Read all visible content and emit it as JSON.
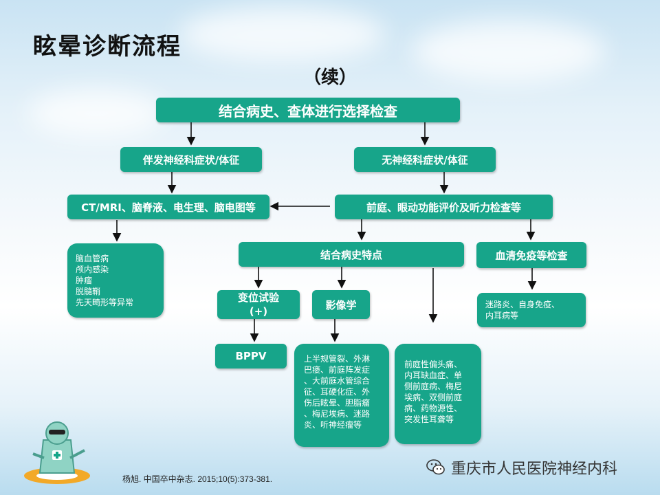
{
  "title": "眩晕诊断流程",
  "subtitle": "（续）",
  "nodes": {
    "top": "结合病史、查体进行选择检查",
    "with_neuro": "伴发神经科症状/体征",
    "without_neuro": "无神经科症状/体征",
    "ct_mri": "CT/MRI、脑脊液、电生理、脑电图等",
    "vestibular_eval": "前庭、眼动功能评价及听力检查等",
    "history_features": "结合病史特点",
    "serum_immune": "血清免疫等检查",
    "positional_test_line1": "变位试验",
    "positional_test_line2": "(+)",
    "imaging": "影像学",
    "bppv": "BPPV"
  },
  "notes": {
    "neuro_causes": [
      "脑血管病",
      "颅内感染",
      "肿瘤",
      "脱髓鞘",
      "先天畸形等异常"
    ],
    "immune_causes": [
      "迷路炎、自身免疫、",
      "内耳病等"
    ],
    "imaging_causes": [
      "上半规管裂、外淋",
      "巴瘘、前庭阵发症",
      "、大前庭水管综合",
      "征、耳硬化症、外",
      "伤后眩晕、胆脂瘤",
      "、梅尼埃病、迷路",
      "炎、听神经瘤等"
    ],
    "other_causes": [
      "前庭性偏头痛、",
      "内耳缺血症、单",
      "侧前庭病、梅尼",
      "埃病、双侧前庭",
      "病、药物源性、",
      "突发性耳聋等"
    ]
  },
  "reference": "杨旭. 中国卒中杂志. 2015;10(5):373-381.",
  "watermark": "重庆市人民医院神经内科",
  "colors": {
    "box": "#17a58a",
    "text": "#ffffff"
  }
}
